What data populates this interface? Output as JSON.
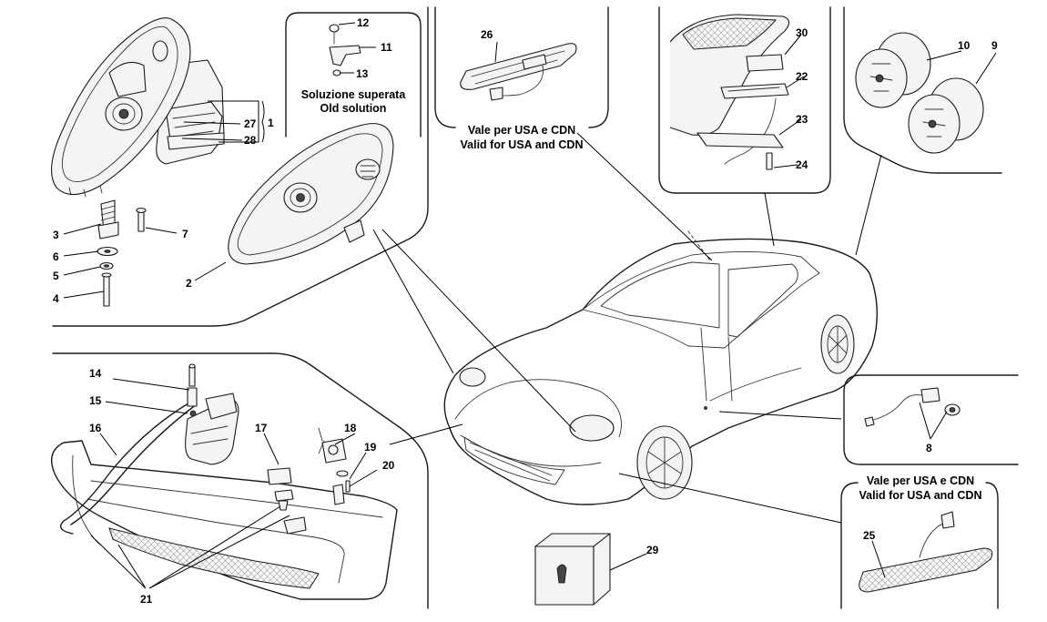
{
  "captions": {
    "old_solution_it": "Soluzione superata",
    "old_solution_en": "Old solution",
    "usa_cdn_top_it": "Vale per USA e CDN",
    "usa_cdn_top_en": "Valid for USA and CDN",
    "usa_cdn_bottom_it": "Vale per USA e CDN",
    "usa_cdn_bottom_en": "Valid for USA and CDN"
  },
  "callouts": {
    "p1": "1",
    "p2": "2",
    "p3": "3",
    "p4": "4",
    "p5": "5",
    "p6": "6",
    "p7": "7",
    "p8": "8",
    "p9": "9",
    "p10": "10",
    "p11": "11",
    "p12": "12",
    "p13": "13",
    "p14": "14",
    "p15": "15",
    "p16": "16",
    "p17": "17",
    "p18": "18",
    "p19": "19",
    "p20": "20",
    "p21": "21",
    "p22": "22",
    "p23": "23",
    "p24": "24",
    "p25": "25",
    "p26": "26",
    "p27": "27",
    "p28": "28",
    "p29": "29",
    "p30": "30"
  }
}
